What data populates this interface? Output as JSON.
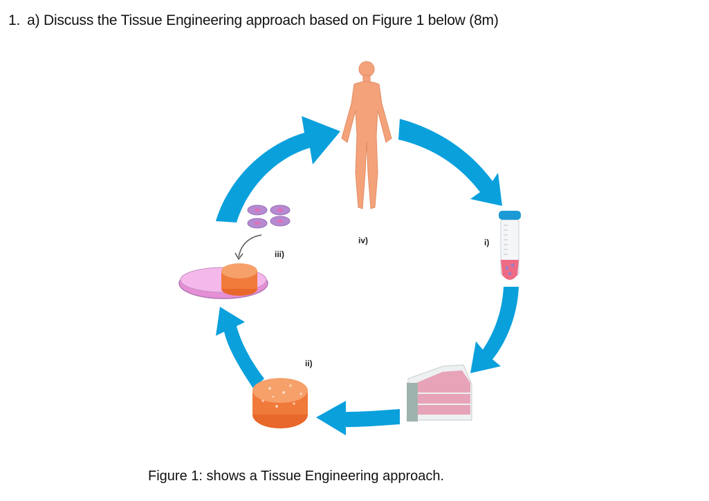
{
  "question": {
    "number": "1.",
    "text": "a) Discuss the Tissue Engineering approach based on Figure 1 below (8m)"
  },
  "figure": {
    "labels": {
      "step_i": "i)",
      "step_ii": "ii)",
      "step_iii": "iii)",
      "step_iv": "iv)"
    },
    "caption": "Figure 1: shows a Tissue Engineering approach.",
    "colors": {
      "arrow": "#0aa0dc",
      "body": "#f4a27a",
      "scaffold": "#f07a3a",
      "dish": "#e58fd6",
      "cells": "#b58ad0",
      "flask": "#e7a4b8",
      "tube_cap": "#1c9ad6",
      "tube_fluid": "#ee6b85"
    }
  }
}
